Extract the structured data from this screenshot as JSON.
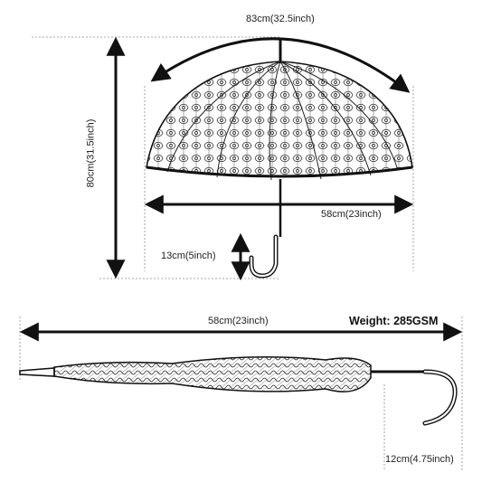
{
  "dimensions": {
    "open_width": "83cm(32.5inch)",
    "open_height": "80cm(31.5inch)",
    "canopy_span": "58cm(23inch)",
    "handle_length": "13cm(5inch)",
    "closed_length": "58cm(23inch)",
    "closed_handle": "12cm(4.75inch)"
  },
  "weight": "Weight: 285GSM",
  "colors": {
    "line": "#111111",
    "guide": "#8a8a8a",
    "text": "#222222"
  }
}
